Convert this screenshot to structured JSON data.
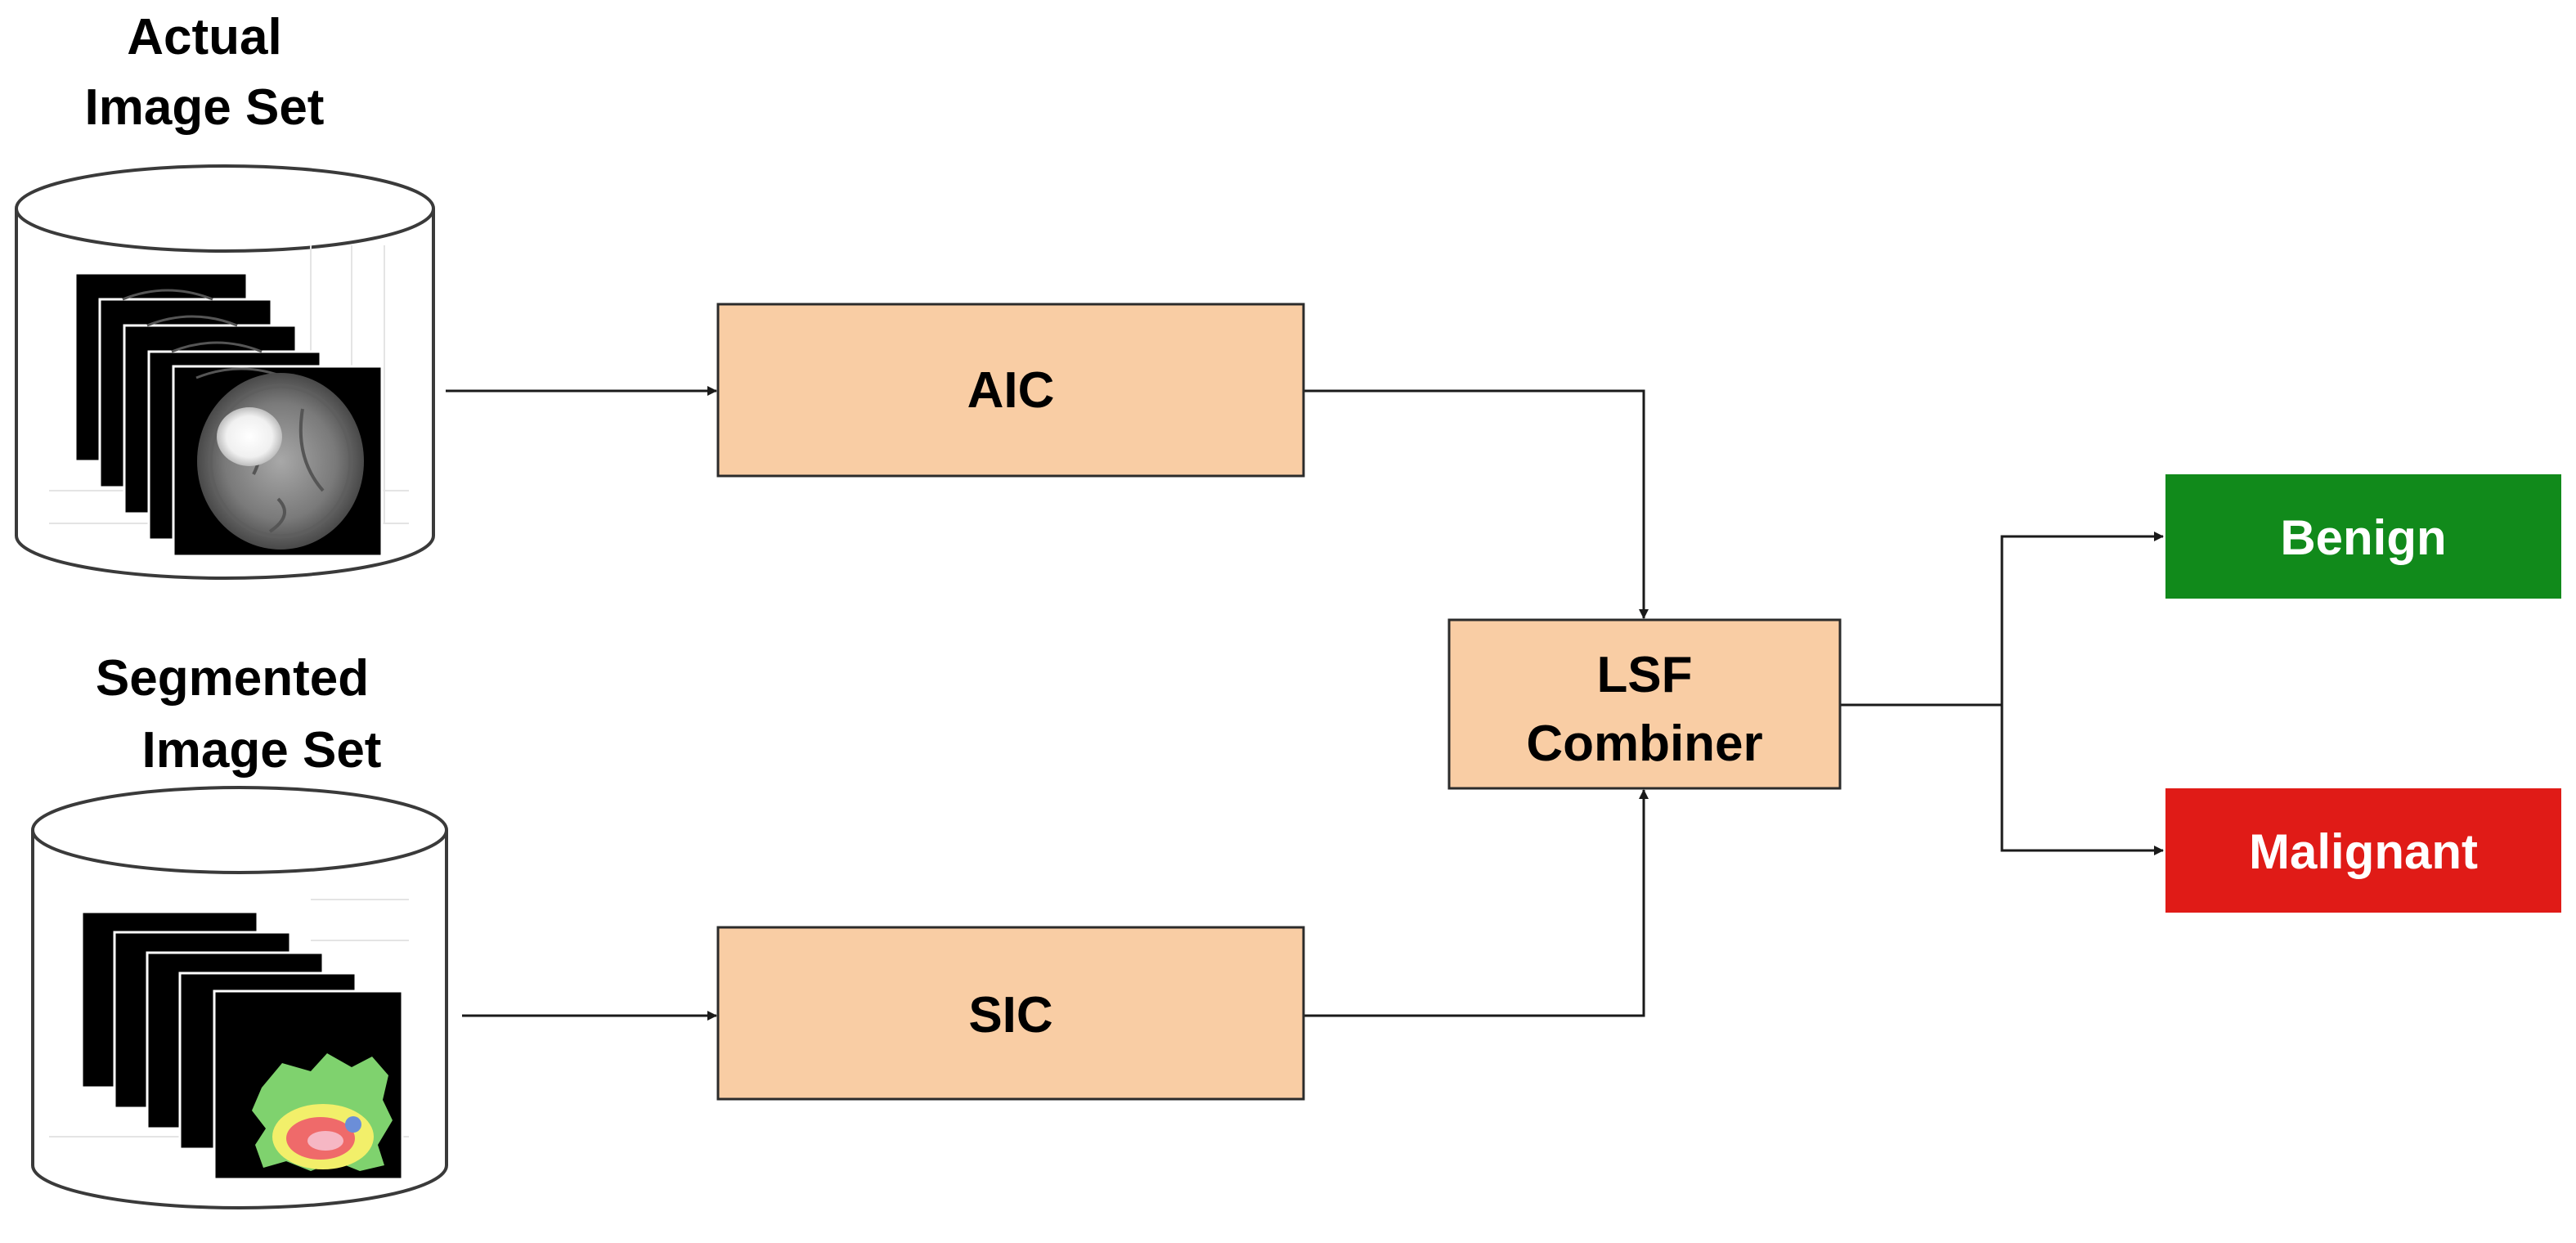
{
  "inputs": {
    "actual": {
      "title_line1": "Actual",
      "title_line2": "Image Set"
    },
    "segmented": {
      "title_line1": "Segmented",
      "title_line2": "Image Set"
    }
  },
  "blocks": {
    "aic": {
      "label": "AIC"
    },
    "sic": {
      "label": "SIC"
    },
    "combiner": {
      "label_line1": "LSF",
      "label_line2": "Combiner"
    }
  },
  "outputs": {
    "benign": {
      "label": "Benign"
    },
    "malignant": {
      "label": "Malignant"
    }
  },
  "colors": {
    "block_fill": "#f9cda4",
    "block_stroke": "#2b2b2b",
    "benign": "#118a1b",
    "malignant": "#e01b17"
  }
}
